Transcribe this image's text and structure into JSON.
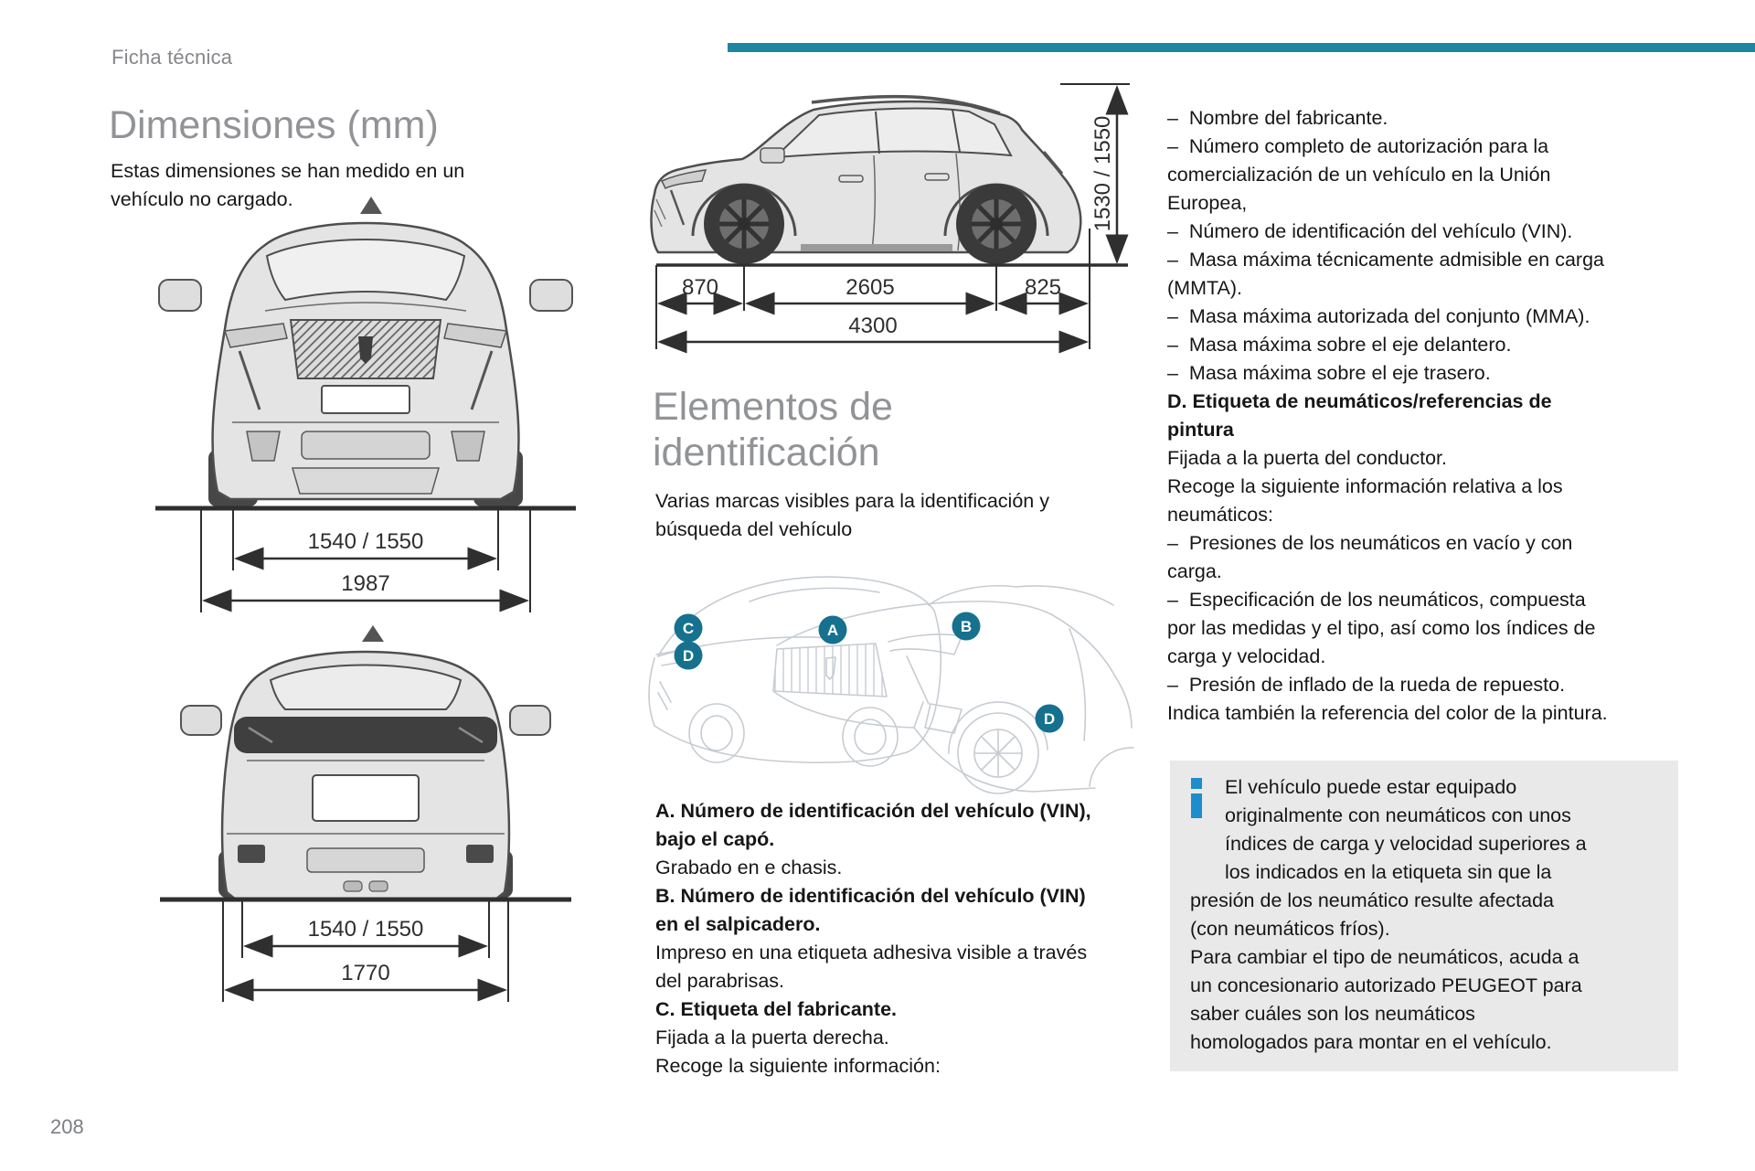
{
  "page": {
    "breadcrumb": "Ficha técnica",
    "page_number": "208",
    "accent_bar_color": "#1f86a1"
  },
  "ui": {
    "dash": "–"
  },
  "dimensions_section": {
    "title": "Dimensiones (mm)",
    "intro": "Estas dimensiones se han medido en un vehículo no cargado.",
    "front_view": {
      "track": "1540 / 1550",
      "overall_width": "1987"
    },
    "rear_view": {
      "track": "1540 / 1550",
      "overall_width": "1770"
    },
    "side_view": {
      "front_overhang": "870",
      "wheelbase": "2605",
      "rear_overhang": "825",
      "overall_length": "4300",
      "height": "1530 / 1550"
    }
  },
  "identification_section": {
    "title": "Elementos de identificación",
    "intro": "Varias marcas visibles para la identificación y búsqueda del vehículo",
    "diagram_labels": [
      "A",
      "B",
      "C",
      "D",
      "D"
    ],
    "badge_color": "#16718f",
    "items": [
      {
        "type": "heading",
        "text": "A. Número de identificación del vehículo (VIN), bajo el capó."
      },
      {
        "type": "p",
        "text": "Grabado en e chasis."
      },
      {
        "type": "heading",
        "text": "B. Número de identificación del vehículo (VIN) en el salpicadero."
      },
      {
        "type": "p",
        "text": "Impreso en una etiqueta adhesiva visible a través del parabrisas."
      },
      {
        "type": "heading",
        "text": "C. Etiqueta del fabricante."
      },
      {
        "type": "p",
        "text": "Fijada a la puerta derecha."
      },
      {
        "type": "p",
        "text": "Recoge la siguiente información:"
      }
    ]
  },
  "right_column": {
    "items": [
      {
        "type": "li",
        "text": "Nombre del fabricante."
      },
      {
        "type": "li",
        "text": "Número completo de autorización para la comercialización de un vehículo en la Unión Europea,"
      },
      {
        "type": "li",
        "text": "Número de identificación del vehículo (VIN)."
      },
      {
        "type": "li",
        "text": "Masa máxima técnicamente admisible en carga (MMTA)."
      },
      {
        "type": "li",
        "text": "Masa máxima autorizada del conjunto (MMA)."
      },
      {
        "type": "li",
        "text": "Masa máxima sobre el eje delantero."
      },
      {
        "type": "li",
        "text": "Masa máxima sobre el eje trasero."
      },
      {
        "type": "heading",
        "text": "D. Etiqueta de neumáticos/referencias de pintura"
      },
      {
        "type": "p",
        "text": "Fijada a la puerta del conductor."
      },
      {
        "type": "p",
        "text": "Recoge la siguiente información relativa a los neumáticos:"
      },
      {
        "type": "li",
        "text": "Presiones de los neumáticos en vacío y con carga."
      },
      {
        "type": "li",
        "text": "Especificación de los neumáticos, compuesta por las medidas y el tipo, así como los índices de carga y velocidad."
      },
      {
        "type": "li",
        "text": "Presión de inflado de la rueda de repuesto."
      },
      {
        "type": "p",
        "text": "Indica también la referencia del color de la pintura."
      }
    ]
  },
  "info_box": {
    "icon": "info-icon",
    "icon_color": "#1d8dcb",
    "background": "#e9e9e9",
    "text": "El vehículo puede estar equipado originalmente con neumáticos con unos índices de carga y velocidad superiores a los indicados en la etiqueta sin que la presión de los neumático resulte afectada (con neumáticos fríos).",
    "text2": "Para cambiar el tipo de neumáticos, acuda a un concesionario autorizado PEUGEOT para saber cuáles son los neumáticos homologados para montar en el vehículo."
  }
}
